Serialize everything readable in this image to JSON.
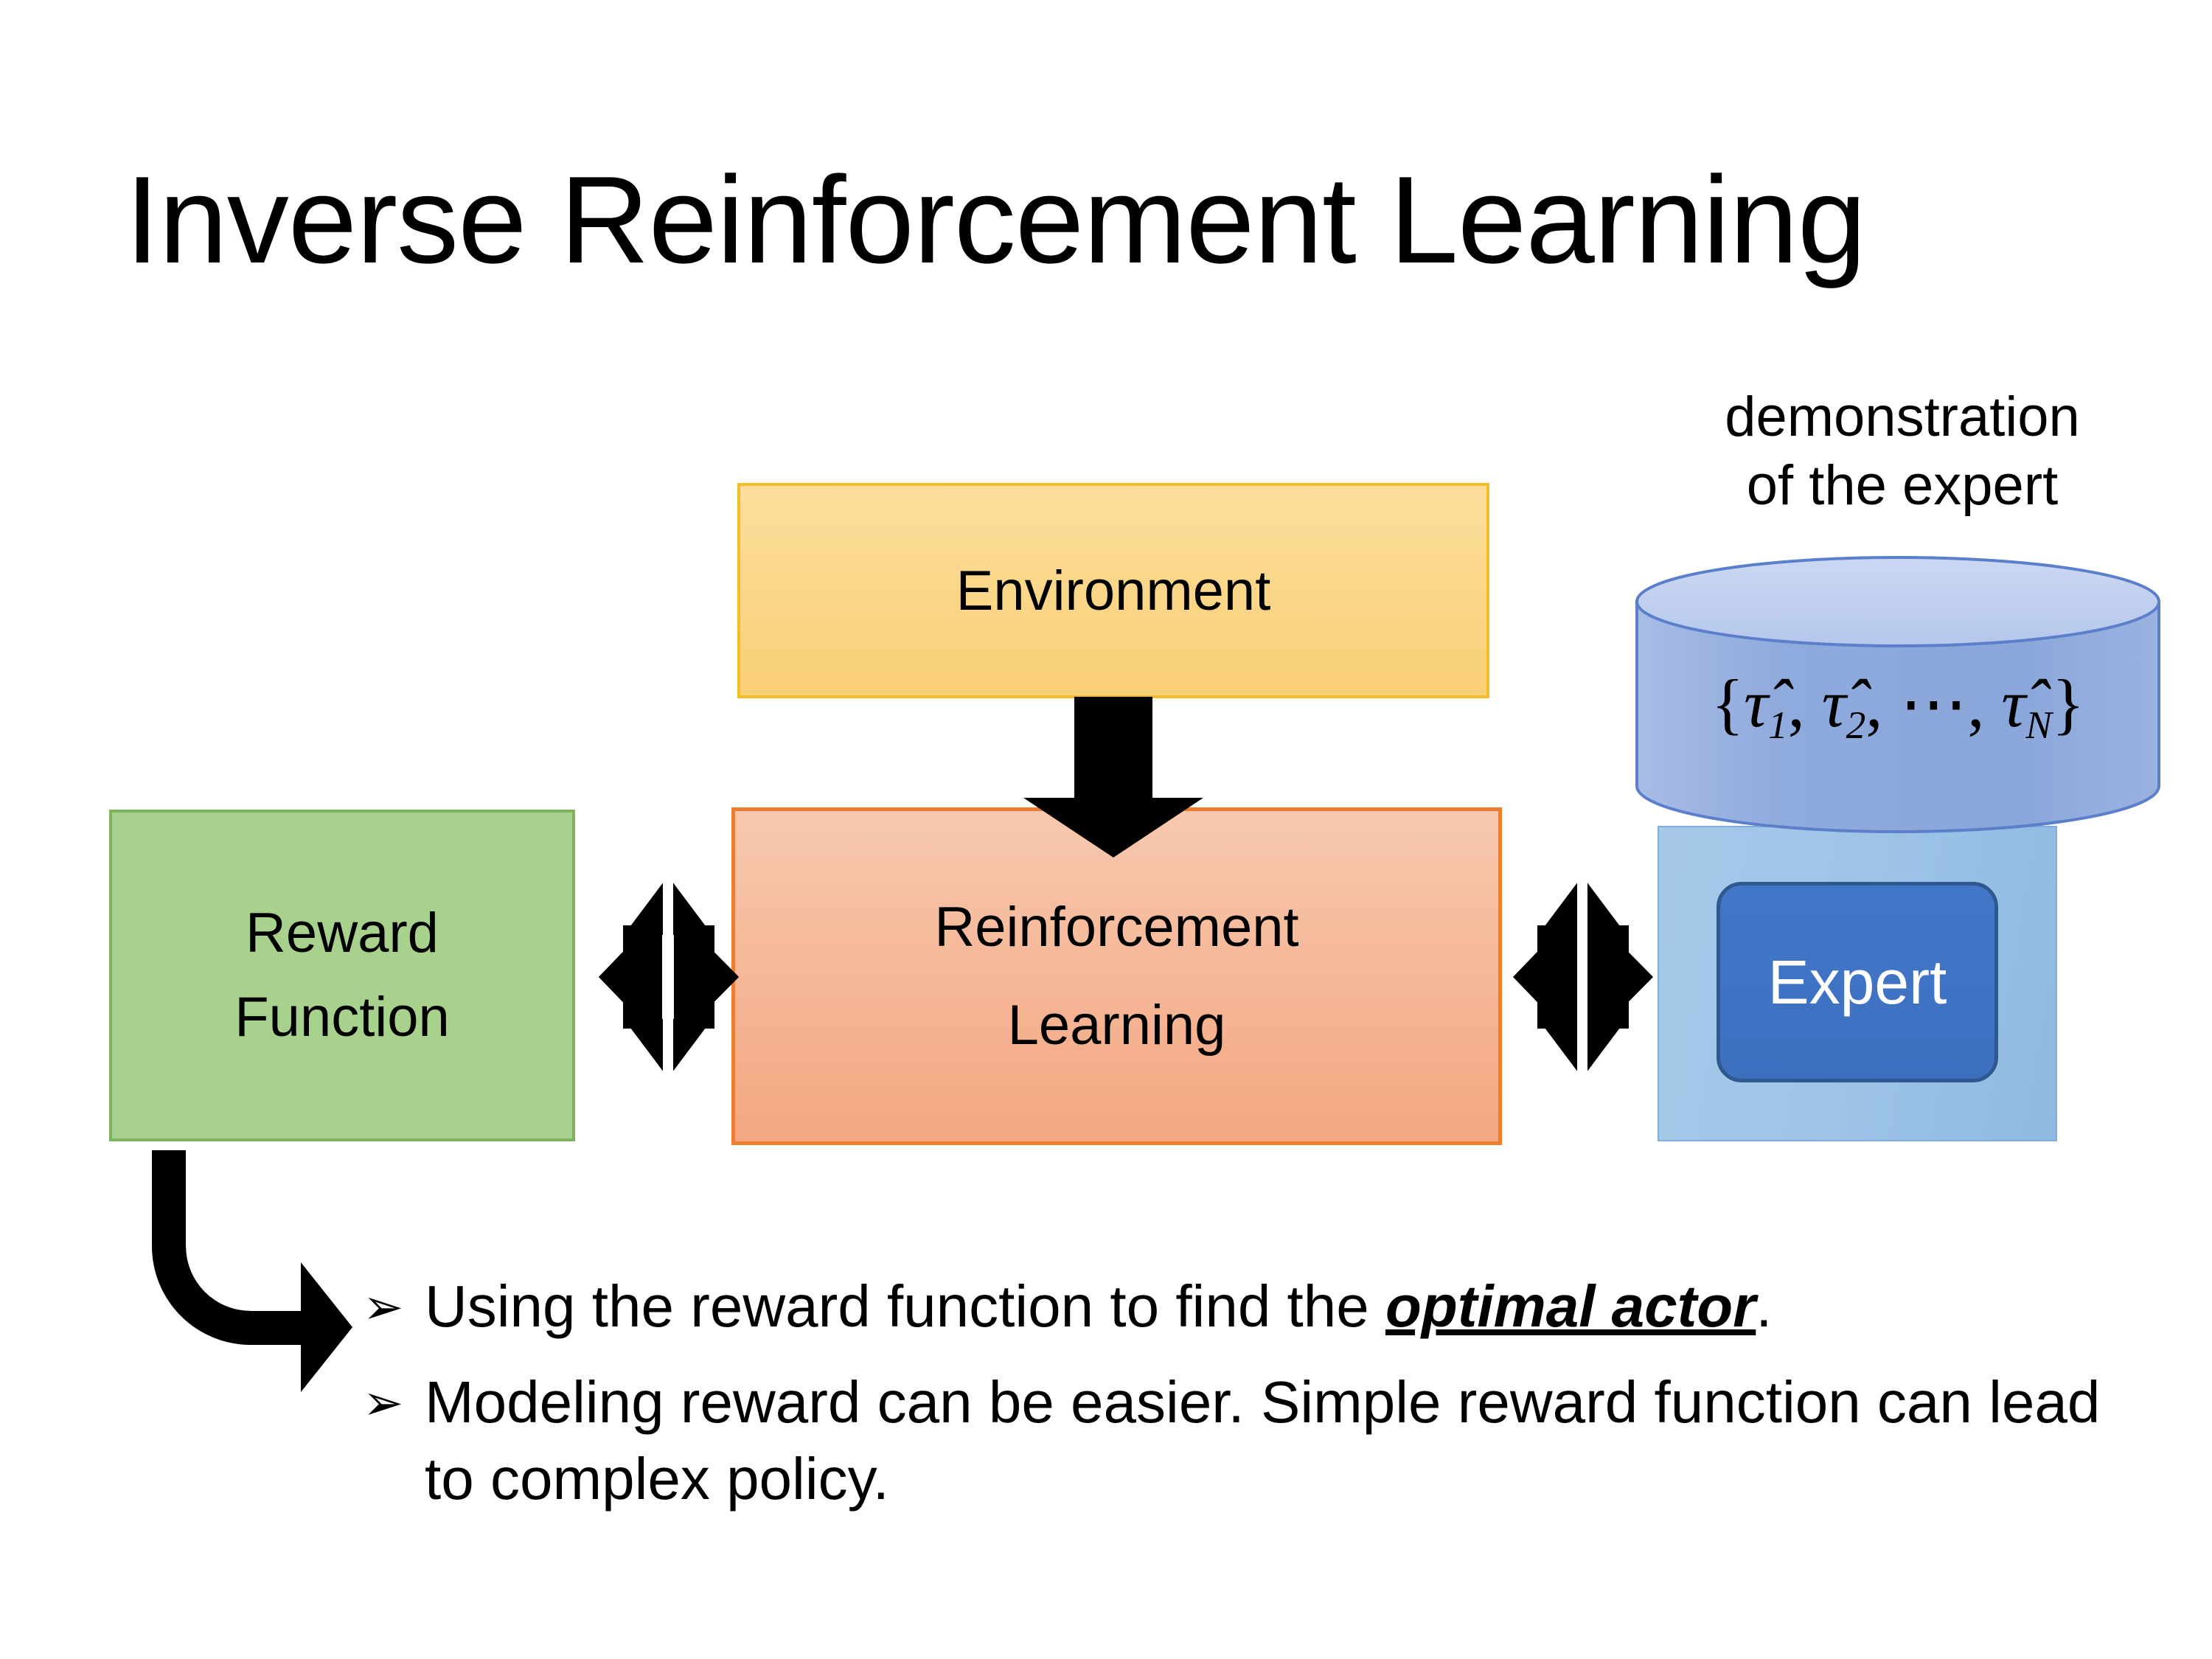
{
  "slide": {
    "title": "Inverse Reinforcement Learning",
    "background_color": "#FFFFFF"
  },
  "diagram": {
    "environment": {
      "label": "Environment",
      "fill_color": "#FBD786",
      "border_color": "#F5BC2A"
    },
    "reinforcement_learning": {
      "label_line1": "Reinforcement",
      "label_line2": "Learning",
      "fill_color": "#F3A781",
      "border_color": "#ED7D31"
    },
    "reward_function": {
      "label_line1": "Reward",
      "label_line2": "Function",
      "fill_color": "#A9D18E",
      "border_color": "#7FB25F"
    },
    "expert_group": {
      "caption_line1": "demonstration",
      "caption_line2": "of the expert",
      "panel_color": "#9CC3E6",
      "cylinder_color": "#8FAADC",
      "expert_label": "Expert",
      "expert_fill_color": "#4277C7",
      "trajectory_set": {
        "open_brace": "{",
        "items": [
          "τ̂1",
          "τ̂2",
          "⋯",
          "τ̂N"
        ],
        "close_brace": "}",
        "symbol": "τ̂",
        "subscripts": [
          "1",
          "2",
          "N"
        ],
        "ellipsis": "⋯"
      }
    },
    "connectors": [
      {
        "name": "environment-to-rl",
        "type": "down-arrow",
        "color": "#000000"
      },
      {
        "name": "reward-rl-bidirectional",
        "type": "four-way-arrow",
        "color": "#000000"
      },
      {
        "name": "rl-expert-bidirectional",
        "type": "four-way-arrow",
        "color": "#000000"
      },
      {
        "name": "reward-to-bullets",
        "type": "bent-arrow",
        "color": "#000000"
      }
    ]
  },
  "bullets": {
    "marker": "➢",
    "items": [
      {
        "prefix": "Using the reward function to find the ",
        "emphasis": "optimal actor",
        "suffix": "."
      },
      {
        "prefix": "Modeling reward can be easier. Simple reward function can lead to complex policy.",
        "emphasis": "",
        "suffix": ""
      }
    ]
  }
}
